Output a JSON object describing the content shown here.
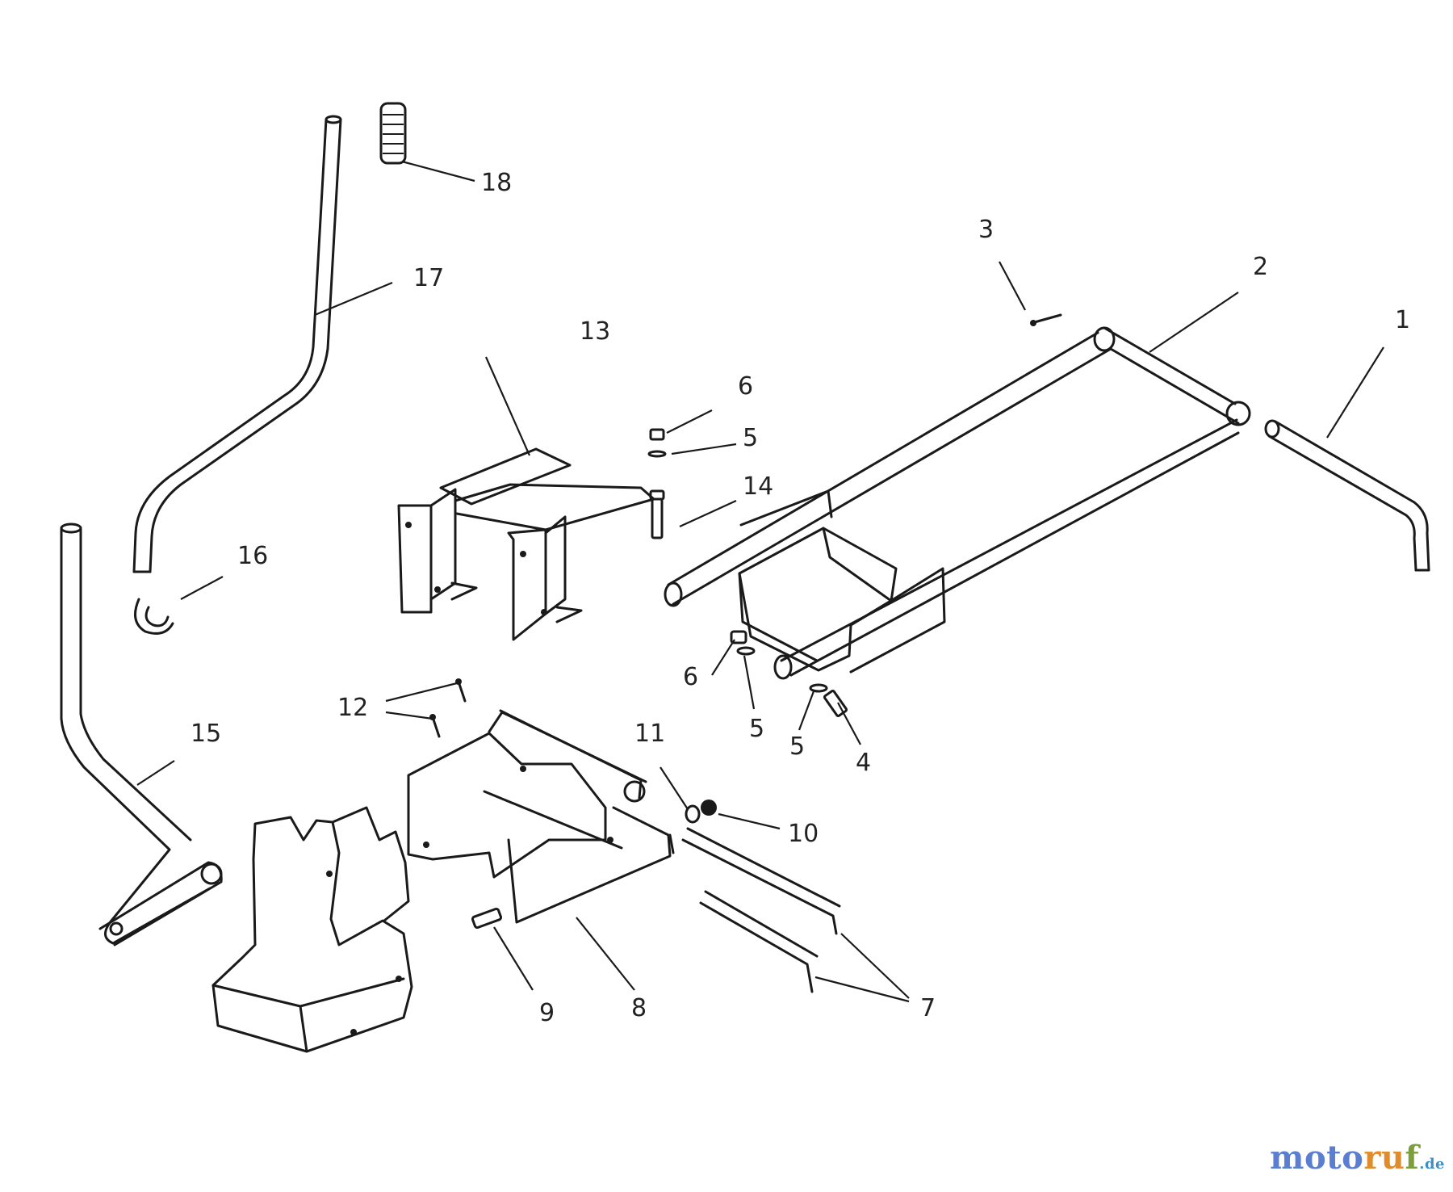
{
  "diagram": {
    "callouts": [
      "1",
      "2",
      "3",
      "4",
      "5",
      "5",
      "5",
      "6",
      "6",
      "7",
      "8",
      "9",
      "10",
      "11",
      "12",
      "13",
      "14",
      "15",
      "16",
      "17",
      "18"
    ]
  },
  "watermark": {
    "text": "motoruf.de",
    "part_a": "moto",
    "part_b": "ru",
    "part_c": "f",
    "part_d": ".de",
    "colors": [
      "#5b7fd0",
      "#e08b2c",
      "#7c9f3c",
      "#3e8fc6"
    ]
  }
}
